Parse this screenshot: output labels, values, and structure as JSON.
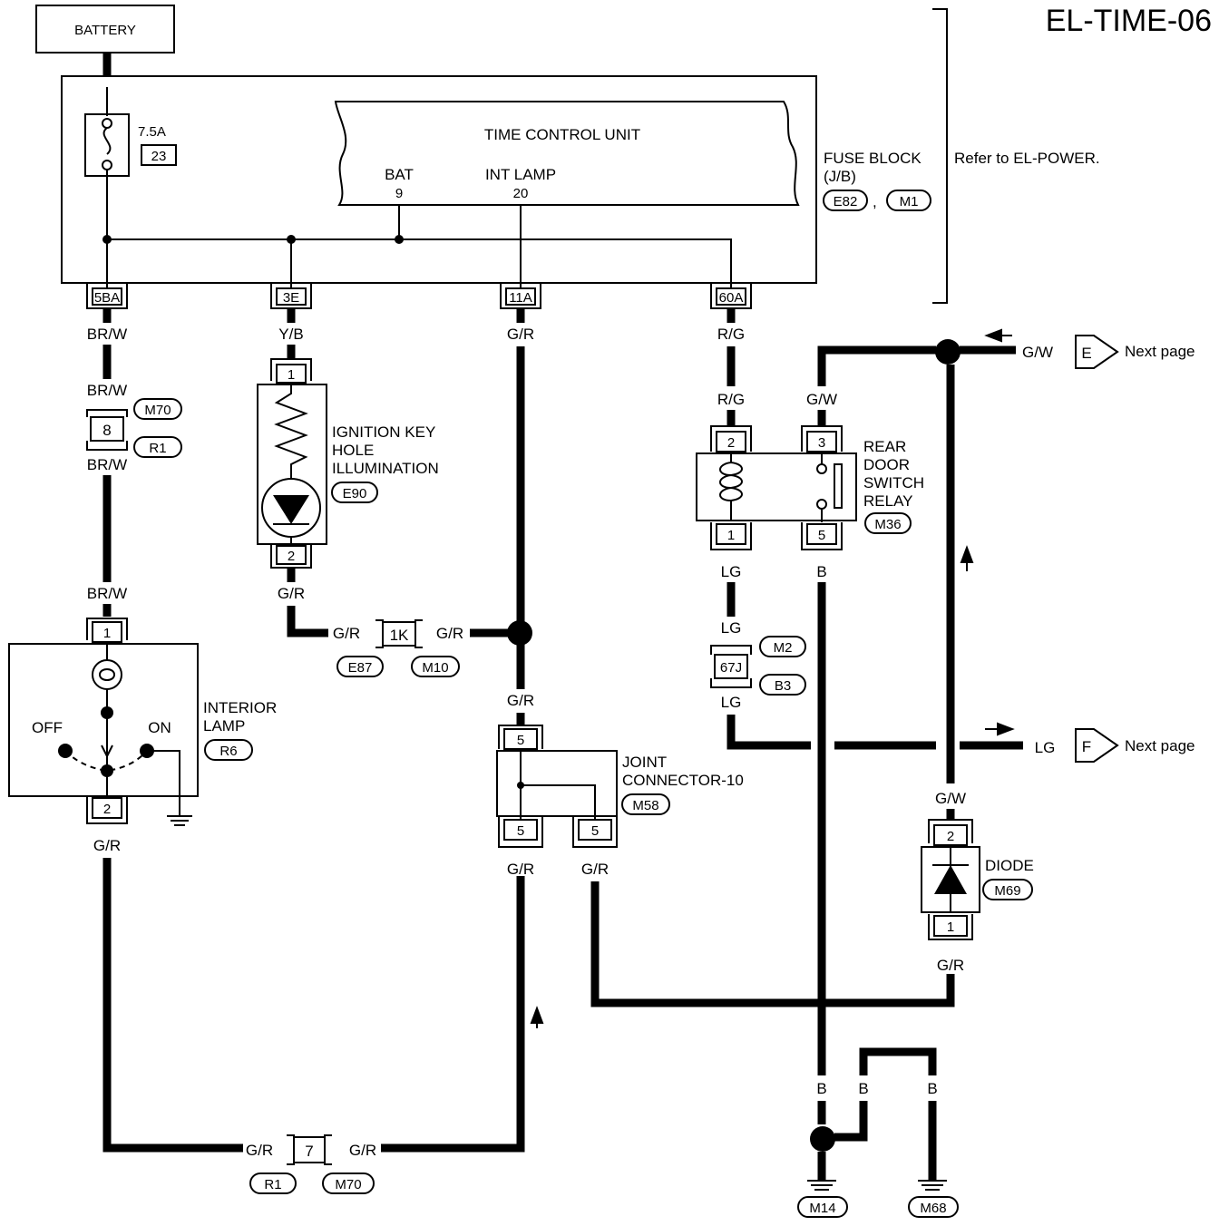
{
  "page_title": "EL-TIME-06",
  "battery": "BATTERY",
  "fuse": {
    "rating": "7.5A",
    "number": "23"
  },
  "fuse_block": {
    "line1": "FUSE BLOCK",
    "line2": "(J/B)",
    "conn1": "E82",
    "sep": ",",
    "conn2": "M1"
  },
  "refer": "Refer to EL-POWER.",
  "tcu": {
    "title": "TIME CONTROL UNIT",
    "bat_label": "BAT",
    "bat_pin": "9",
    "int_label": "INT LAMP",
    "int_pin": "20"
  },
  "fb_terms": [
    "5BA",
    "3E",
    "11A",
    "60A"
  ],
  "wire": {
    "brw": "BR/W",
    "yb": "Y/B",
    "gr": "G/R",
    "rg": "R/G",
    "gw": "G/W",
    "lg": "LG",
    "b": "B"
  },
  "ign": {
    "line1": "IGNITION KEY",
    "line2": "HOLE",
    "line3": "ILLUMINATION",
    "conn": "E90",
    "pin1": "1",
    "pin2": "2"
  },
  "conn_8": {
    "pin": "8",
    "c1": "M70",
    "c2": "R1"
  },
  "conn_1k": {
    "pin": "1K",
    "c1": "E87",
    "c2": "M10"
  },
  "interior": {
    "line1": "INTERIOR",
    "line2": "LAMP",
    "conn": "R6",
    "off": "OFF",
    "on": "ON",
    "pin1": "1",
    "pin2": "2"
  },
  "joint": {
    "line1": "JOINT",
    "line2": "CONNECTOR-10",
    "conn": "M58",
    "pin": "5"
  },
  "conn_7": {
    "pin": "7",
    "c1": "R1",
    "c2": "M70"
  },
  "relay": {
    "line1": "REAR",
    "line2": "DOOR",
    "line3": "SWITCH",
    "line4": "RELAY",
    "conn": "M36",
    "p2": "2",
    "p3": "3",
    "p1": "1",
    "p5": "5"
  },
  "conn_67j": {
    "pin": "67J",
    "c1": "M2",
    "c2": "B3"
  },
  "diode": {
    "label": "DIODE",
    "conn": "M69",
    "p2": "2",
    "p1": "1"
  },
  "next_e": {
    "letter": "E",
    "text": "Next page"
  },
  "next_f": {
    "letter": "F",
    "text": "Next page"
  },
  "grounds": {
    "g1": "M14",
    "g2": "M68"
  }
}
